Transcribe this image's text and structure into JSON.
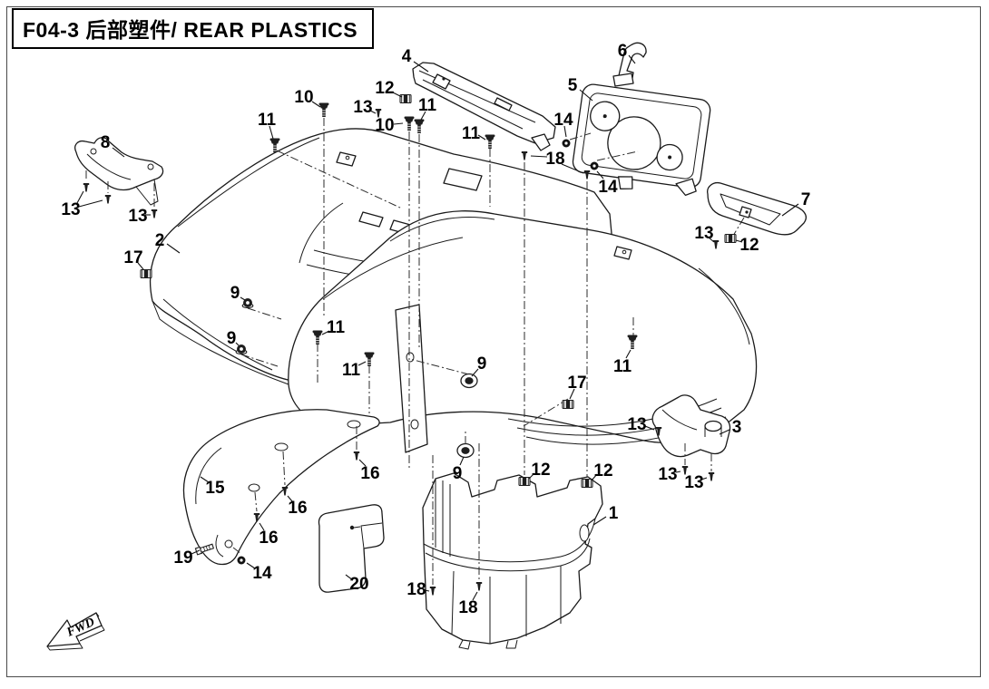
{
  "title": {
    "text": "F04-3 后部塑件/ REAR PLASTICS"
  },
  "fwd_marker": {
    "label": "FWD"
  },
  "colors": {
    "line": "#1a1a1a",
    "background": "#ffffff",
    "fastener_dark": "#1e1e1e"
  },
  "diagram": {
    "kind": "exploded-parts-view",
    "callouts": [
      {
        "num": "4",
        "label": [
          448,
          61
        ],
        "leads": [
          [
            456,
            68,
            472,
            79
          ]
        ]
      },
      {
        "num": "12",
        "label": [
          424,
          96
        ],
        "leads": [
          [
            433,
            102,
            443,
            107
          ]
        ]
      },
      {
        "num": "13",
        "label": [
          400,
          117
        ],
        "leads": [
          [
            408,
            122,
            414,
            125
          ]
        ]
      },
      {
        "num": "10",
        "label": [
          335,
          106
        ],
        "leads": [
          [
            344,
            112,
            353,
            118
          ]
        ]
      },
      {
        "num": "10",
        "label": [
          424,
          137
        ],
        "leads": [
          [
            434,
            137,
            444,
            136
          ]
        ]
      },
      {
        "num": "11",
        "label": [
          471,
          115
        ],
        "leads": [
          [
            469,
            123,
            464,
            132
          ]
        ]
      },
      {
        "num": "11",
        "label": [
          294,
          131
        ],
        "leads": [
          [
            297,
            139,
            301,
            153
          ]
        ]
      },
      {
        "num": "11",
        "label": [
          519,
          146
        ],
        "leads": [
          [
            527,
            149,
            535,
            154
          ]
        ]
      },
      {
        "num": "6",
        "label": [
          686,
          55
        ],
        "leads": [
          [
            693,
            61,
            700,
            70
          ]
        ]
      },
      {
        "num": "5",
        "label": [
          631,
          93
        ],
        "leads": [
          [
            639,
            99,
            653,
            111
          ]
        ]
      },
      {
        "num": "14",
        "label": [
          621,
          131
        ],
        "leads": [
          [
            622,
            139,
            624,
            151
          ]
        ]
      },
      {
        "num": "18",
        "label": [
          612,
          174
        ],
        "leads": [
          [
            603,
            173,
            585,
            172
          ],
          [
            619,
            181,
            643,
            191
          ]
        ]
      },
      {
        "num": "14",
        "label": [
          670,
          205
        ],
        "leads": [
          [
            665,
            197,
            658,
            189
          ]
        ]
      },
      {
        "num": "7",
        "label": [
          888,
          219
        ],
        "leads": [
          [
            880,
            225,
            862,
            238
          ]
        ]
      },
      {
        "num": "13",
        "label": [
          776,
          256
        ],
        "leads": [
          [
            781,
            262,
            787,
            267
          ]
        ]
      },
      {
        "num": "12",
        "label": [
          826,
          269
        ],
        "leads": [
          [
            818,
            267,
            811,
            265
          ]
        ]
      },
      {
        "num": "8",
        "label": [
          116,
          156
        ],
        "leads": [
          [
            124,
            163,
            137,
            173
          ]
        ]
      },
      {
        "num": "13",
        "label": [
          78,
          230
        ],
        "leads": [
          [
            85,
            224,
            92,
            211
          ],
          [
            87,
            228,
            113,
            221
          ]
        ]
      },
      {
        "num": "13",
        "label": [
          152,
          237
        ],
        "leads": [
          [
            160,
            237,
            166,
            237
          ]
        ]
      },
      {
        "num": "2",
        "label": [
          176,
          264
        ],
        "leads": [
          [
            184,
            269,
            198,
            279
          ]
        ]
      },
      {
        "num": "17",
        "label": [
          147,
          283
        ],
        "leads": [
          [
            152,
            290,
            158,
            297
          ]
        ]
      },
      {
        "num": "9",
        "label": [
          259,
          322
        ],
        "leads": [
          [
            265,
            328,
            270,
            331
          ]
        ]
      },
      {
        "num": "9",
        "label": [
          255,
          372
        ],
        "leads": [
          [
            260,
            378,
            263,
            381
          ]
        ]
      },
      {
        "num": "11",
        "label": [
          370,
          360
        ],
        "leads": [
          [
            363,
            365,
            355,
            369
          ]
        ]
      },
      {
        "num": "11",
        "label": [
          387,
          407
        ],
        "leads": [
          [
            395,
            403,
            403,
            399
          ]
        ]
      },
      {
        "num": "9",
        "label": [
          531,
          400
        ],
        "leads": [
          [
            527,
            407,
            520,
            415
          ]
        ]
      },
      {
        "num": "17",
        "label": [
          636,
          421
        ],
        "leads": [
          [
            633,
            429,
            628,
            440
          ]
        ]
      },
      {
        "num": "12",
        "label": [
          596,
          517
        ],
        "leads": [
          [
            589,
            522,
            583,
            528
          ]
        ]
      },
      {
        "num": "12",
        "label": [
          665,
          518
        ],
        "leads": [
          [
            658,
            523,
            652,
            530
          ]
        ]
      },
      {
        "num": "1",
        "label": [
          676,
          565
        ],
        "leads": [
          [
            668,
            570,
            654,
            579
          ]
        ]
      },
      {
        "num": "9",
        "label": [
          504,
          521
        ],
        "leads": [
          [
            507,
            513,
            511,
            504
          ]
        ]
      },
      {
        "num": "18",
        "label": [
          459,
          649
        ],
        "leads": [
          [
            468,
            651,
            473,
            652
          ]
        ]
      },
      {
        "num": "18",
        "label": [
          516,
          669
        ],
        "leads": [
          [
            521,
            662,
            526,
            653
          ]
        ]
      },
      {
        "num": "20",
        "label": [
          396,
          643
        ],
        "leads": [
          [
            389,
            640,
            381,
            634
          ]
        ]
      },
      {
        "num": "15",
        "label": [
          237,
          537
        ],
        "leads": [
          [
            230,
            532,
            221,
            526
          ]
        ]
      },
      {
        "num": "16",
        "label": [
          408,
          521
        ],
        "leads": [
          [
            403,
            514,
            396,
            507
          ]
        ]
      },
      {
        "num": "16",
        "label": [
          328,
          559
        ],
        "leads": [
          [
            322,
            553,
            317,
            547
          ]
        ]
      },
      {
        "num": "16",
        "label": [
          296,
          592
        ],
        "leads": [
          [
            291,
            585,
            286,
            577
          ]
        ]
      },
      {
        "num": "19",
        "label": [
          202,
          614
        ],
        "leads": [
          [
            211,
            611,
            220,
            607
          ]
        ]
      },
      {
        "num": "14",
        "label": [
          289,
          631
        ],
        "leads": [
          [
            281,
            627,
            272,
            621
          ]
        ]
      },
      {
        "num": "3",
        "label": [
          812,
          470
        ],
        "leads": [
          [
            804,
            474,
            793,
            479
          ]
        ]
      },
      {
        "num": "13",
        "label": [
          702,
          467
        ],
        "leads": [
          [
            711,
            470,
            721,
            474
          ]
        ]
      },
      {
        "num": "13",
        "label": [
          736,
          522
        ],
        "leads": [
          [
            745,
            521,
            750,
            520
          ]
        ]
      },
      {
        "num": "13",
        "label": [
          765,
          531
        ],
        "leads": [
          [
            773,
            529,
            779,
            527
          ]
        ]
      },
      {
        "num": "11",
        "label": [
          686,
          403
        ],
        "leads": [
          [
            690,
            395,
            695,
            386
          ]
        ]
      }
    ],
    "fasteners": [
      {
        "type": "bolt",
        "at": [
          357,
          121
        ]
      },
      {
        "type": "bolt",
        "at": [
          451,
          136
        ]
      },
      {
        "type": "bolt",
        "at": [
          462,
          139
        ]
      },
      {
        "type": "bolt",
        "at": [
          303,
          160
        ]
      },
      {
        "type": "bolt",
        "at": [
          540,
          156
        ]
      },
      {
        "type": "bolt",
        "at": [
          350,
          372
        ]
      },
      {
        "type": "bolt",
        "at": [
          407,
          396
        ]
      },
      {
        "type": "bolt",
        "at": [
          697,
          377
        ]
      },
      {
        "type": "screw",
        "at": [
          417,
          125
        ]
      },
      {
        "type": "screw",
        "at": [
          789,
          270
        ]
      },
      {
        "type": "screw",
        "at": [
          95,
          207
        ]
      },
      {
        "type": "screw",
        "at": [
          119,
          220
        ]
      },
      {
        "type": "screw",
        "at": [
          170,
          236
        ]
      },
      {
        "type": "screw",
        "at": [
          578,
          172
        ]
      },
      {
        "type": "screw",
        "at": [
          647,
          193
        ]
      },
      {
        "type": "screw",
        "at": [
          726,
          476
        ]
      },
      {
        "type": "screw",
        "at": [
          755,
          519
        ]
      },
      {
        "type": "screw",
        "at": [
          784,
          526
        ]
      },
      {
        "type": "screw",
        "at": [
          477,
          652
        ]
      },
      {
        "type": "screw",
        "at": [
          528,
          647
        ]
      },
      {
        "type": "screw",
        "at": [
          393,
          503
        ]
      },
      {
        "type": "screw",
        "at": [
          314,
          542
        ]
      },
      {
        "type": "screw",
        "at": [
          283,
          571
        ]
      },
      {
        "type": "nut",
        "at": [
          624,
          158
        ]
      },
      {
        "type": "nut",
        "at": [
          655,
          183
        ]
      },
      {
        "type": "nut",
        "at": [
          266,
          618
        ]
      },
      {
        "type": "flange_nut",
        "at": [
          273,
          334
        ]
      },
      {
        "type": "flange_nut",
        "at": [
          266,
          385
        ]
      },
      {
        "type": "grommet",
        "at": [
          517,
          420
        ]
      },
      {
        "type": "grommet",
        "at": [
          513,
          497
        ]
      },
      {
        "type": "clip",
        "at": [
          447,
          109
        ]
      },
      {
        "type": "clip",
        "at": [
          805,
          263
        ]
      },
      {
        "type": "clip",
        "at": [
          161,
          302
        ]
      },
      {
        "type": "clip",
        "at": [
          626,
          446
        ]
      },
      {
        "type": "clip",
        "at": [
          578,
          531
        ]
      },
      {
        "type": "clip",
        "at": [
          647,
          533
        ]
      },
      {
        "type": "bolt_long",
        "at": [
          227,
          605
        ]
      }
    ],
    "axes": [
      [
        357,
        130,
        357,
        348
      ],
      [
        451,
        145,
        451,
        518
      ],
      [
        462,
        148,
        462,
        386
      ],
      [
        540,
        164,
        540,
        228
      ],
      [
        305,
        166,
        443,
        230
      ],
      [
        578,
        179,
        578,
        524
      ],
      [
        647,
        200,
        647,
        526
      ],
      [
        477,
        502,
        477,
        645
      ],
      [
        528,
        489,
        528,
        640
      ],
      [
        407,
        403,
        407,
        456
      ],
      [
        350,
        379,
        350,
        422
      ],
      [
        755,
        489,
        755,
        513
      ],
      [
        784,
        500,
        784,
        520
      ],
      [
        95,
        188,
        95,
        200
      ],
      [
        119,
        200,
        119,
        213
      ],
      [
        170,
        202,
        170,
        229
      ],
      [
        393,
        470,
        393,
        496
      ],
      [
        312,
        498,
        314,
        535
      ],
      [
        281,
        543,
        283,
        564
      ],
      [
        257,
        604,
        266,
        611
      ],
      [
        273,
        340,
        310,
        352
      ],
      [
        266,
        391,
        306,
        404
      ],
      [
        517,
        413,
        452,
        396
      ],
      [
        626,
        440,
        577,
        470
      ],
      [
        628,
        154,
        651,
        147
      ],
      [
        658,
        177,
        703,
        167
      ],
      [
        698,
        350,
        698,
        370
      ],
      [
        513,
        490,
        513,
        474
      ],
      [
        820,
        240,
        808,
        260
      ]
    ]
  }
}
